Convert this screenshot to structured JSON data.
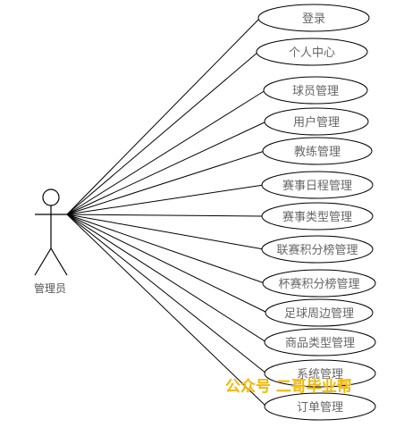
{
  "actor": {
    "label": "管理员"
  },
  "use_cases": [
    {
      "label": "登录"
    },
    {
      "label": "个人中心"
    },
    {
      "label": "球员管理"
    },
    {
      "label": "用户管理"
    },
    {
      "label": "教练管理"
    },
    {
      "label": "赛事日程管理"
    },
    {
      "label": "赛事类型管理"
    },
    {
      "label": "联赛积分榜管理"
    },
    {
      "label": "杯赛积分榜管理"
    },
    {
      "label": "足球周边管理"
    },
    {
      "label": "商品类型管理"
    },
    {
      "label": "系统管理"
    },
    {
      "label": "订单管理"
    }
  ],
  "watermark": "公众号 二哥毕业帮"
}
